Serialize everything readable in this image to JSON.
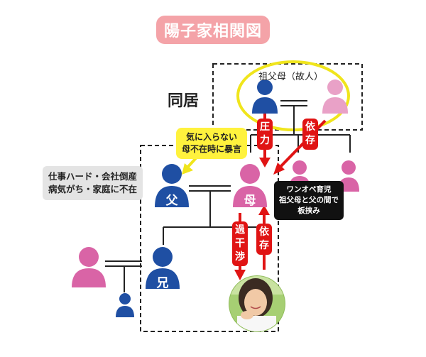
{
  "title": "陽子家相関図",
  "labels": {
    "cohabit": "同居",
    "grandparents": "祖父母（故人）",
    "grandparents_pressure": "気に入らない\n母不在時に暴言",
    "father_note": "仕事ハード・会社倒産\n病気がち・家庭に不在",
    "mother_note": "ワンオペ育児\n祖父母と父の間で\n板挟み"
  },
  "tags": {
    "pressure": "圧\n力",
    "dependence_grandma": "依\n存",
    "over_interference": "過\n干\n渉",
    "dependence_child": "依\n存"
  },
  "glyphs": {
    "father": "父",
    "mother": "母",
    "brother": "兄"
  },
  "colors": {
    "blue": "#1f4fa3",
    "pink": "#d964a6",
    "light_pink": "#e9a1c7",
    "red": "#e01414",
    "yellow": "#fff23d"
  }
}
